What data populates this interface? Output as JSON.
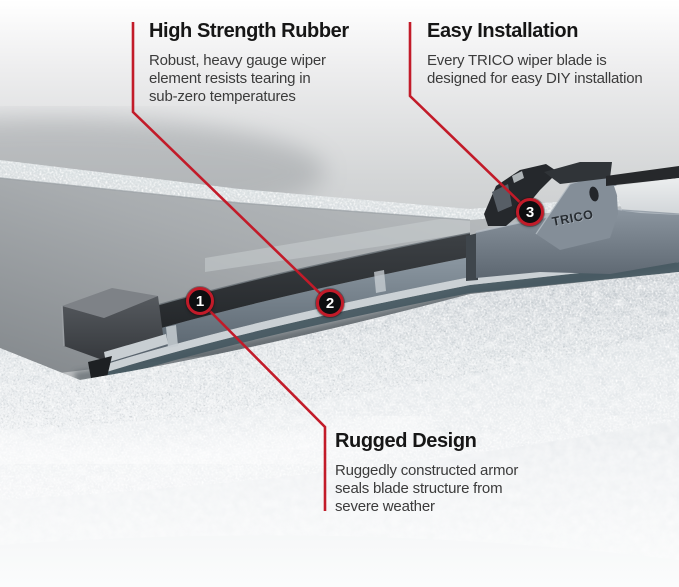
{
  "brand": {
    "logo_text": "TRICO"
  },
  "colors": {
    "accent_red": "#c21b29",
    "badge_fill": "#0d0e10",
    "badge_number": "#ffffff",
    "title_text": "#161616",
    "body_text": "#3b3b3b"
  },
  "badges": [
    {
      "number": "1"
    },
    {
      "number": "2"
    },
    {
      "number": "3"
    }
  ],
  "callouts": {
    "high_strength_rubber": {
      "title": "High Strength Rubber",
      "body": "Robust, heavy gauge wiper\nelement resists tearing in\nsub-zero temperatures"
    },
    "easy_installation": {
      "title": "Easy Installation",
      "body": "Every TRICO wiper blade is\ndesigned for easy DIY installation"
    },
    "rugged_design": {
      "title": "Rugged Design",
      "body": "Ruggedly constructed armor\nseals blade structure from\nsevere weather"
    }
  }
}
